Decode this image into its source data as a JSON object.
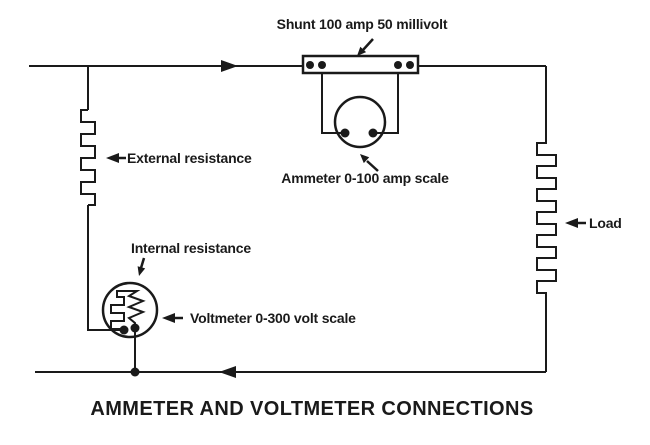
{
  "diagram": {
    "title": "AMMETER AND VOLTMETER CONNECTIONS",
    "labels": {
      "shunt": "Shunt 100 amp 50 millivolt",
      "external_resistance": "External resistance",
      "ammeter": "Ammeter 0-100 amp scale",
      "internal_resistance": "Internal resistance",
      "voltmeter": "Voltmeter 0-300 volt scale",
      "load": "Load"
    },
    "colors": {
      "background": "#ffffff",
      "line": "#1a1a1a",
      "text": "#1a1a1a"
    }
  }
}
